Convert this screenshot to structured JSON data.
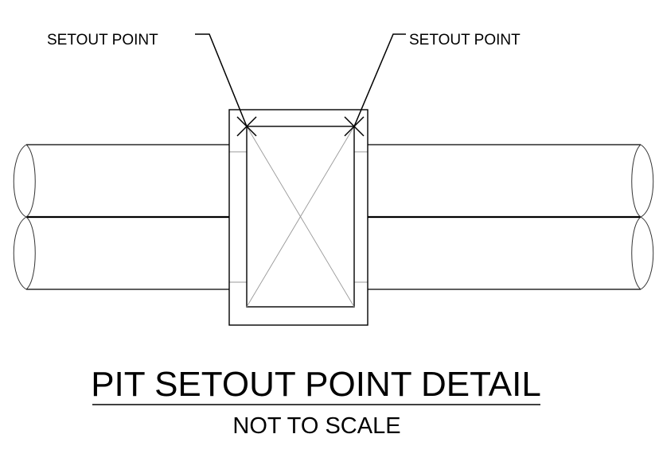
{
  "diagram": {
    "callouts": {
      "left_label": "SETOUT POINT",
      "right_label": "SETOUT POINT"
    },
    "title": "PIT SETOUT POINT DETAIL",
    "subtitle": "NOT TO SCALE"
  }
}
